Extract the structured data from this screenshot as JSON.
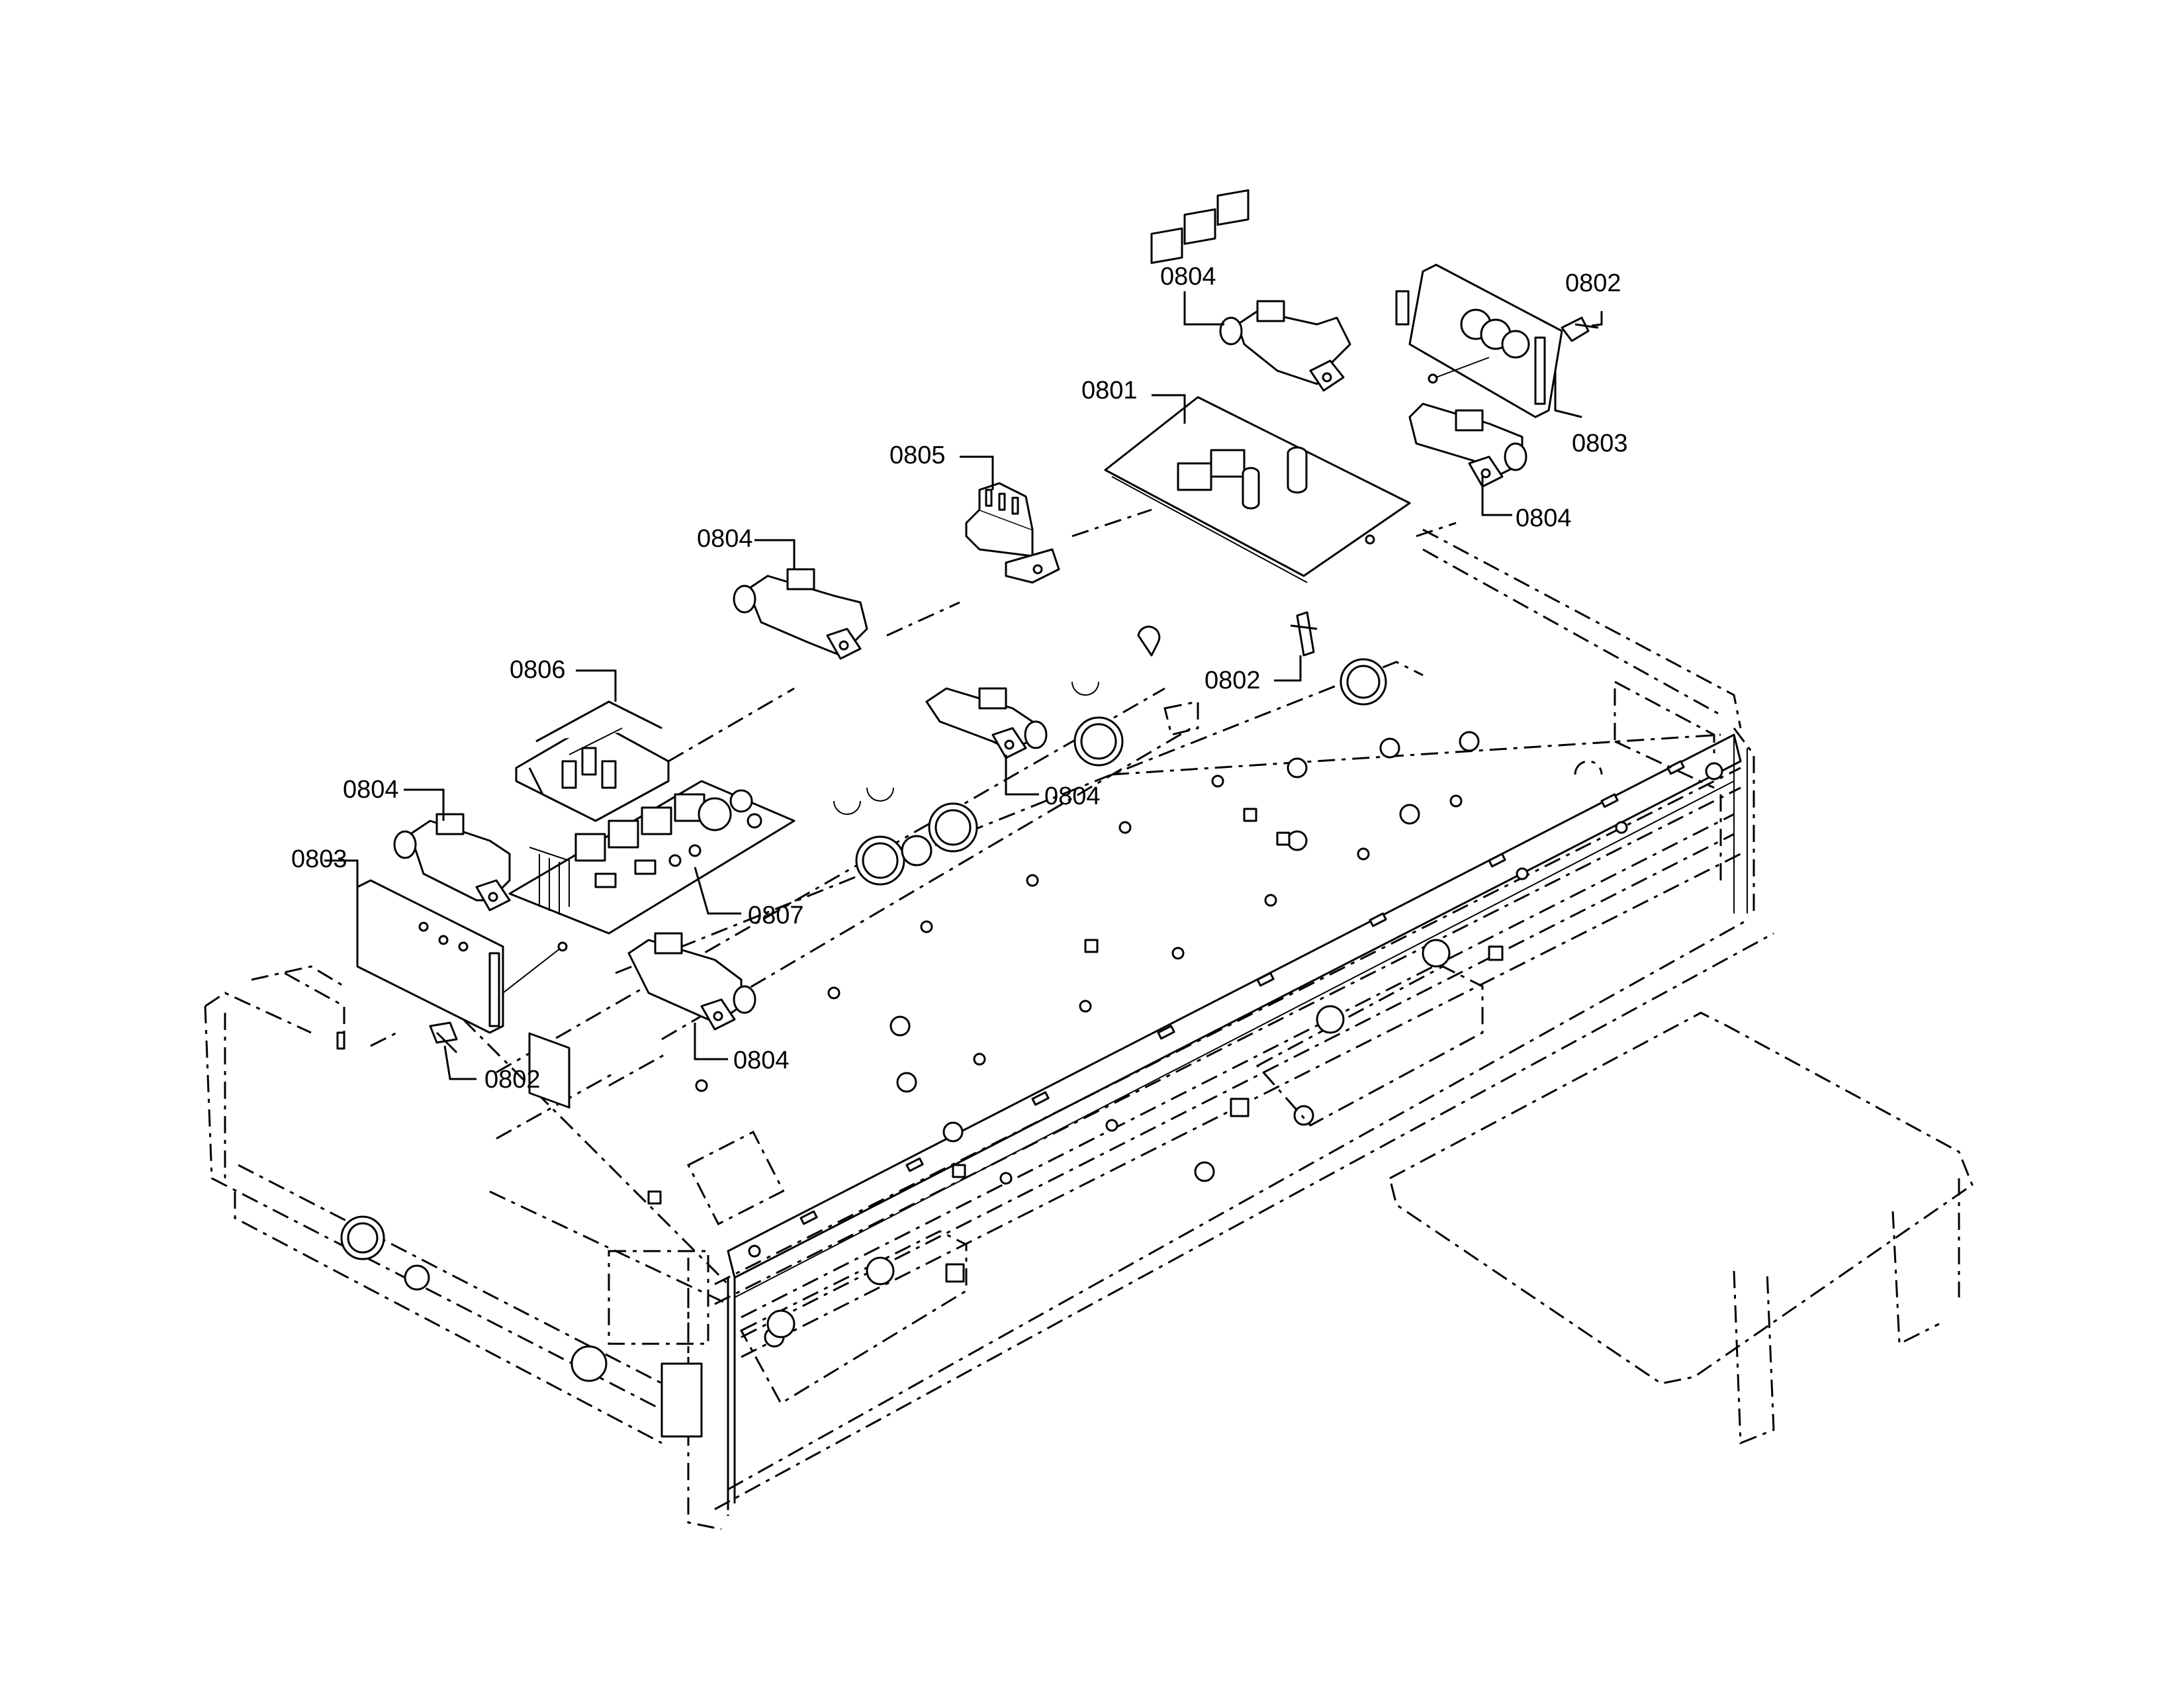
{
  "callouts": [
    {
      "id": "c1",
      "label": "0804"
    },
    {
      "id": "c2",
      "label": "0802"
    },
    {
      "id": "c3",
      "label": "0801"
    },
    {
      "id": "c4",
      "label": "0803"
    },
    {
      "id": "c5",
      "label": "0805"
    },
    {
      "id": "c6",
      "label": "0804"
    },
    {
      "id": "c7",
      "label": "0804"
    },
    {
      "id": "c8",
      "label": "0802"
    },
    {
      "id": "c9",
      "label": "0806"
    },
    {
      "id": "c10",
      "label": "0804"
    },
    {
      "id": "c11",
      "label": "0804"
    },
    {
      "id": "c12",
      "label": "0803"
    },
    {
      "id": "c13",
      "label": "0807"
    },
    {
      "id": "c14",
      "label": "0802"
    },
    {
      "id": "c15",
      "label": "0804"
    }
  ]
}
